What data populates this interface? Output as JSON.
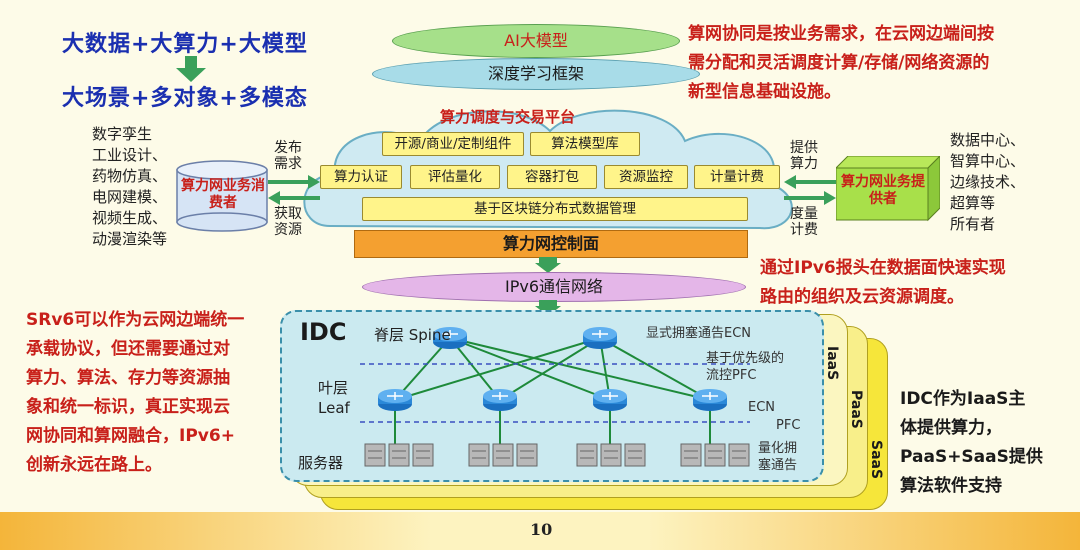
{
  "left": {
    "line1": "大数据+大算力+大模型",
    "line2": "大场景+多对象+多模态",
    "srv6": [
      "SRv6可以作为云网边端统一",
      "承载协议，但还需要通过对",
      "算力、算法、存力等资源抽",
      "象和统一标识，真正实现云",
      "网协同和算网融合，IPv6+",
      "创新永远在路上。"
    ]
  },
  "right": {
    "def": [
      "算网协同是按业务需求，在云网边端间按",
      "需分配和灵活调度计算/存储/网络资源的",
      "新型信息基础设施。"
    ],
    "ipv6": [
      "通过IPv6报头在数据面快速实现",
      "路由的组织及云资源调度。"
    ],
    "idc": [
      "IDC作为IaaS主",
      "体提供算力，",
      "PaaS+SaaS提供",
      "算法软件支持"
    ]
  },
  "stack": {
    "ai_model": "AI大模型",
    "deep_learning": "深度学习框架",
    "platform_title": "算力调度与交易平台",
    "row1": [
      "开源/商业/定制组件",
      "算法模型库"
    ],
    "row2": [
      "算力认证",
      "评估量化",
      "容器打包",
      "资源监控",
      "计量计费"
    ],
    "row3": "基于区块链分布式数据管理",
    "control": "算力网控制面",
    "ipv6_net": "IPv6通信网络"
  },
  "consumer": {
    "label": "算力网业务消费者",
    "apps": [
      "数字孪生",
      "工业设计、",
      "药物仿真、",
      "电网建模、",
      "视频生成、",
      "动漫渲染等"
    ],
    "publish": [
      "发布",
      "需求"
    ],
    "obtain": [
      "获取",
      "资源"
    ]
  },
  "provider": {
    "label": "算力网业务提供者",
    "owners": [
      "数据中心、",
      "智算中心、",
      "边缘技术、",
      "超算等",
      "所有者"
    ],
    "provide": [
      "提供",
      "算力"
    ],
    "measure": [
      "度量",
      "计费"
    ]
  },
  "idc": {
    "title": "IDC",
    "spine": "脊层 Spine",
    "leaf": [
      "叶层",
      "Leaf"
    ],
    "servers": "服务器",
    "ecn_top": "显式拥塞通告ECN",
    "pfc_top": [
      "基于优先级的",
      "流控PFC"
    ],
    "ecn": "ECN",
    "pfc": "PFC",
    "quant": [
      "量化拥",
      "塞通告"
    ],
    "layers": [
      "IaaS",
      "PaaS",
      "SaaS"
    ]
  },
  "page": "10",
  "colors": {
    "accent_blue": "#1a2fb0",
    "accent_red": "#c8201a",
    "cloud": "#cfeaf2",
    "green": "#7fcf6a",
    "yellow": "#fff48a"
  }
}
